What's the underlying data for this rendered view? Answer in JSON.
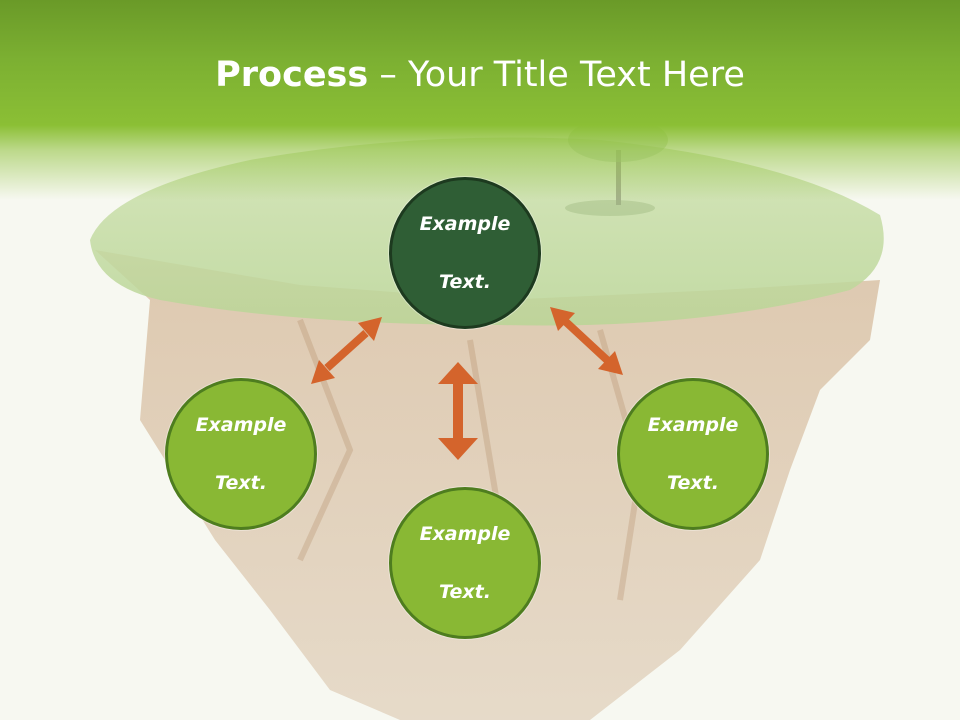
{
  "title": {
    "bold": "Process",
    "rest": " – Your Title Text Here"
  },
  "nodes": {
    "top": {
      "line1": "Example",
      "line2": "Text."
    },
    "left": {
      "line1": "Example",
      "line2": "Text."
    },
    "right": {
      "line1": "Example",
      "line2": "Text."
    },
    "bottom": {
      "line1": "Example",
      "line2": "Text."
    }
  },
  "colors": {
    "header_green": "#7cb032",
    "node_dark": "#2f5e35",
    "node_light": "#89b834",
    "arrow": "#d4642c"
  },
  "icons": [
    "double-arrow-icon"
  ]
}
